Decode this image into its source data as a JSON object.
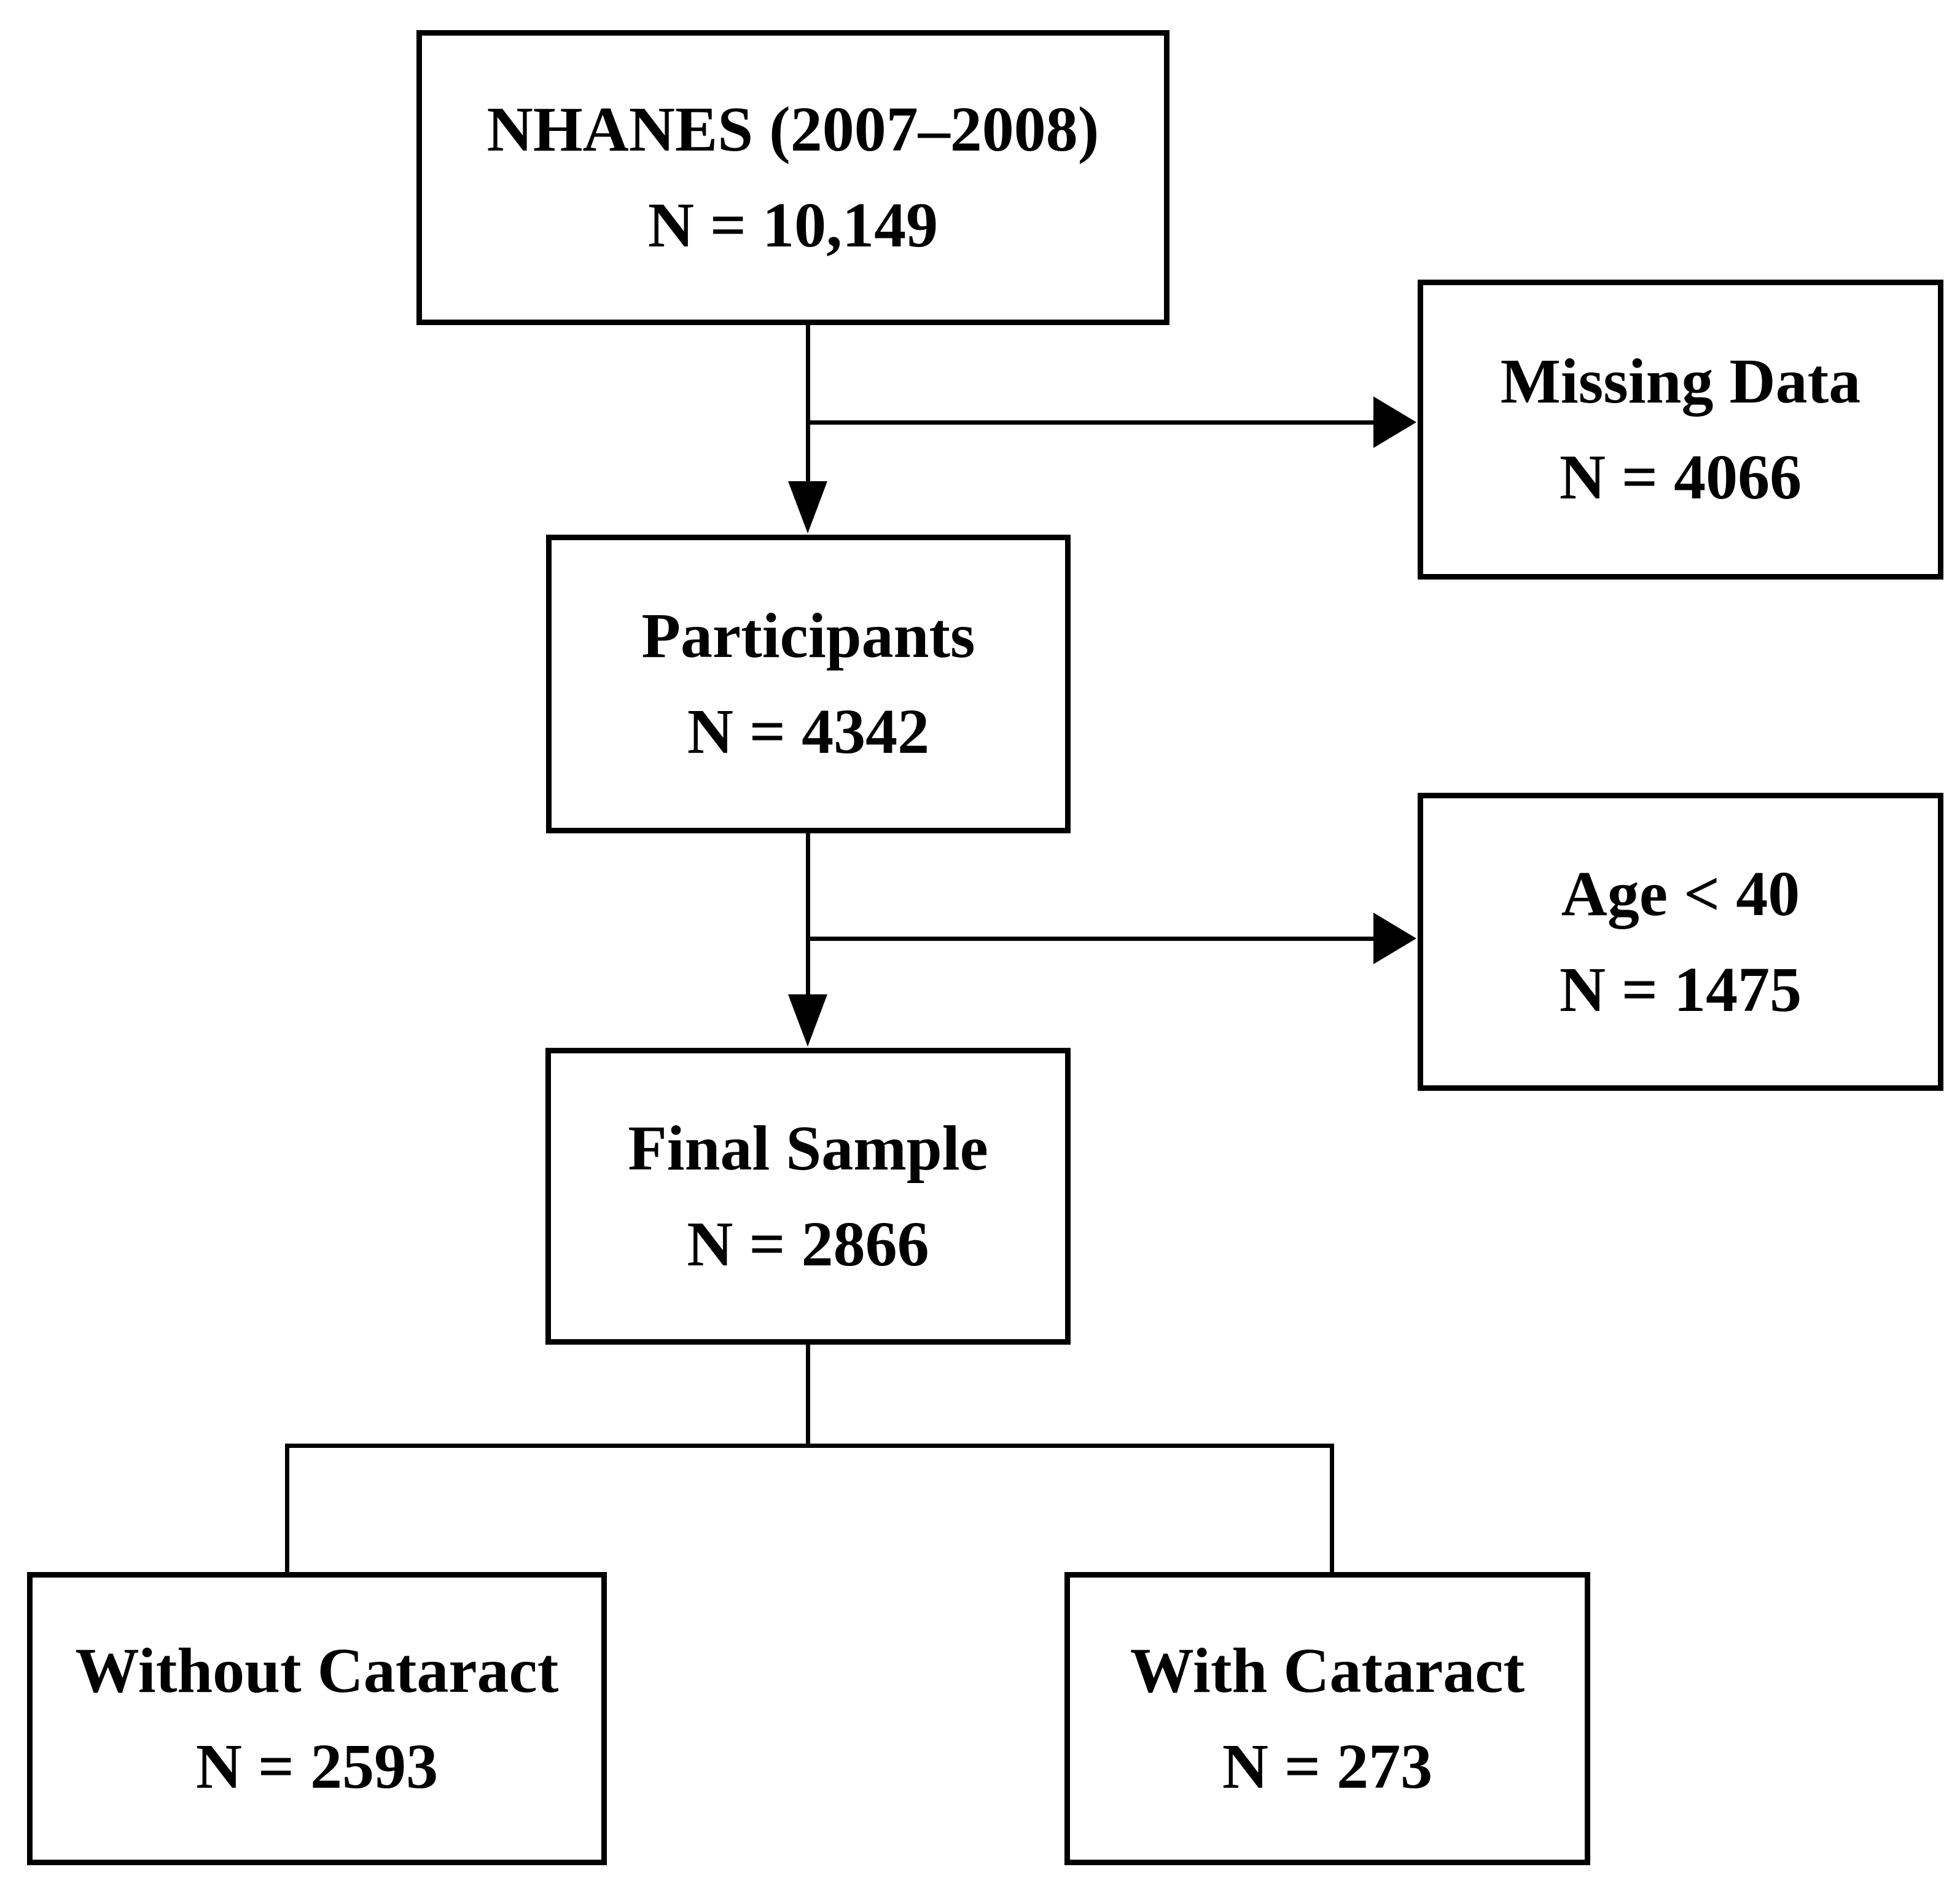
{
  "diagram": {
    "type": "flowchart",
    "background_color": "#ffffff",
    "line_color": "#000000",
    "box_fill_color": "#ffffff",
    "box_border_color": "#000000",
    "text_color": "#000000",
    "nodes": [
      {
        "id": "nhanes",
        "label": "NHANES (2007–2008)",
        "n_label": "N = 10,149"
      },
      {
        "id": "missing",
        "label": "Missing Data",
        "n_label": "N = 4066"
      },
      {
        "id": "participants",
        "label": "Participants",
        "n_label": "N = 4342"
      },
      {
        "id": "age",
        "label": "Age < 40",
        "n_label": "N = 1475"
      },
      {
        "id": "final",
        "label": "Final Sample",
        "n_label": "N = 2866"
      },
      {
        "id": "without",
        "label": "Without Cataract",
        "n_label": "N = 2593"
      },
      {
        "id": "with",
        "label": "With Cataract",
        "n_label": "N = 273"
      }
    ],
    "edges": [
      {
        "from": "nhanes",
        "to": "participants",
        "style": "arrow"
      },
      {
        "from": "nhanes",
        "to": "missing",
        "style": "arrow-branch"
      },
      {
        "from": "participants",
        "to": "final",
        "style": "arrow"
      },
      {
        "from": "participants",
        "to": "age",
        "style": "arrow-branch"
      },
      {
        "from": "final",
        "to": "without",
        "style": "line"
      },
      {
        "from": "final",
        "to": "with",
        "style": "line"
      }
    ]
  }
}
